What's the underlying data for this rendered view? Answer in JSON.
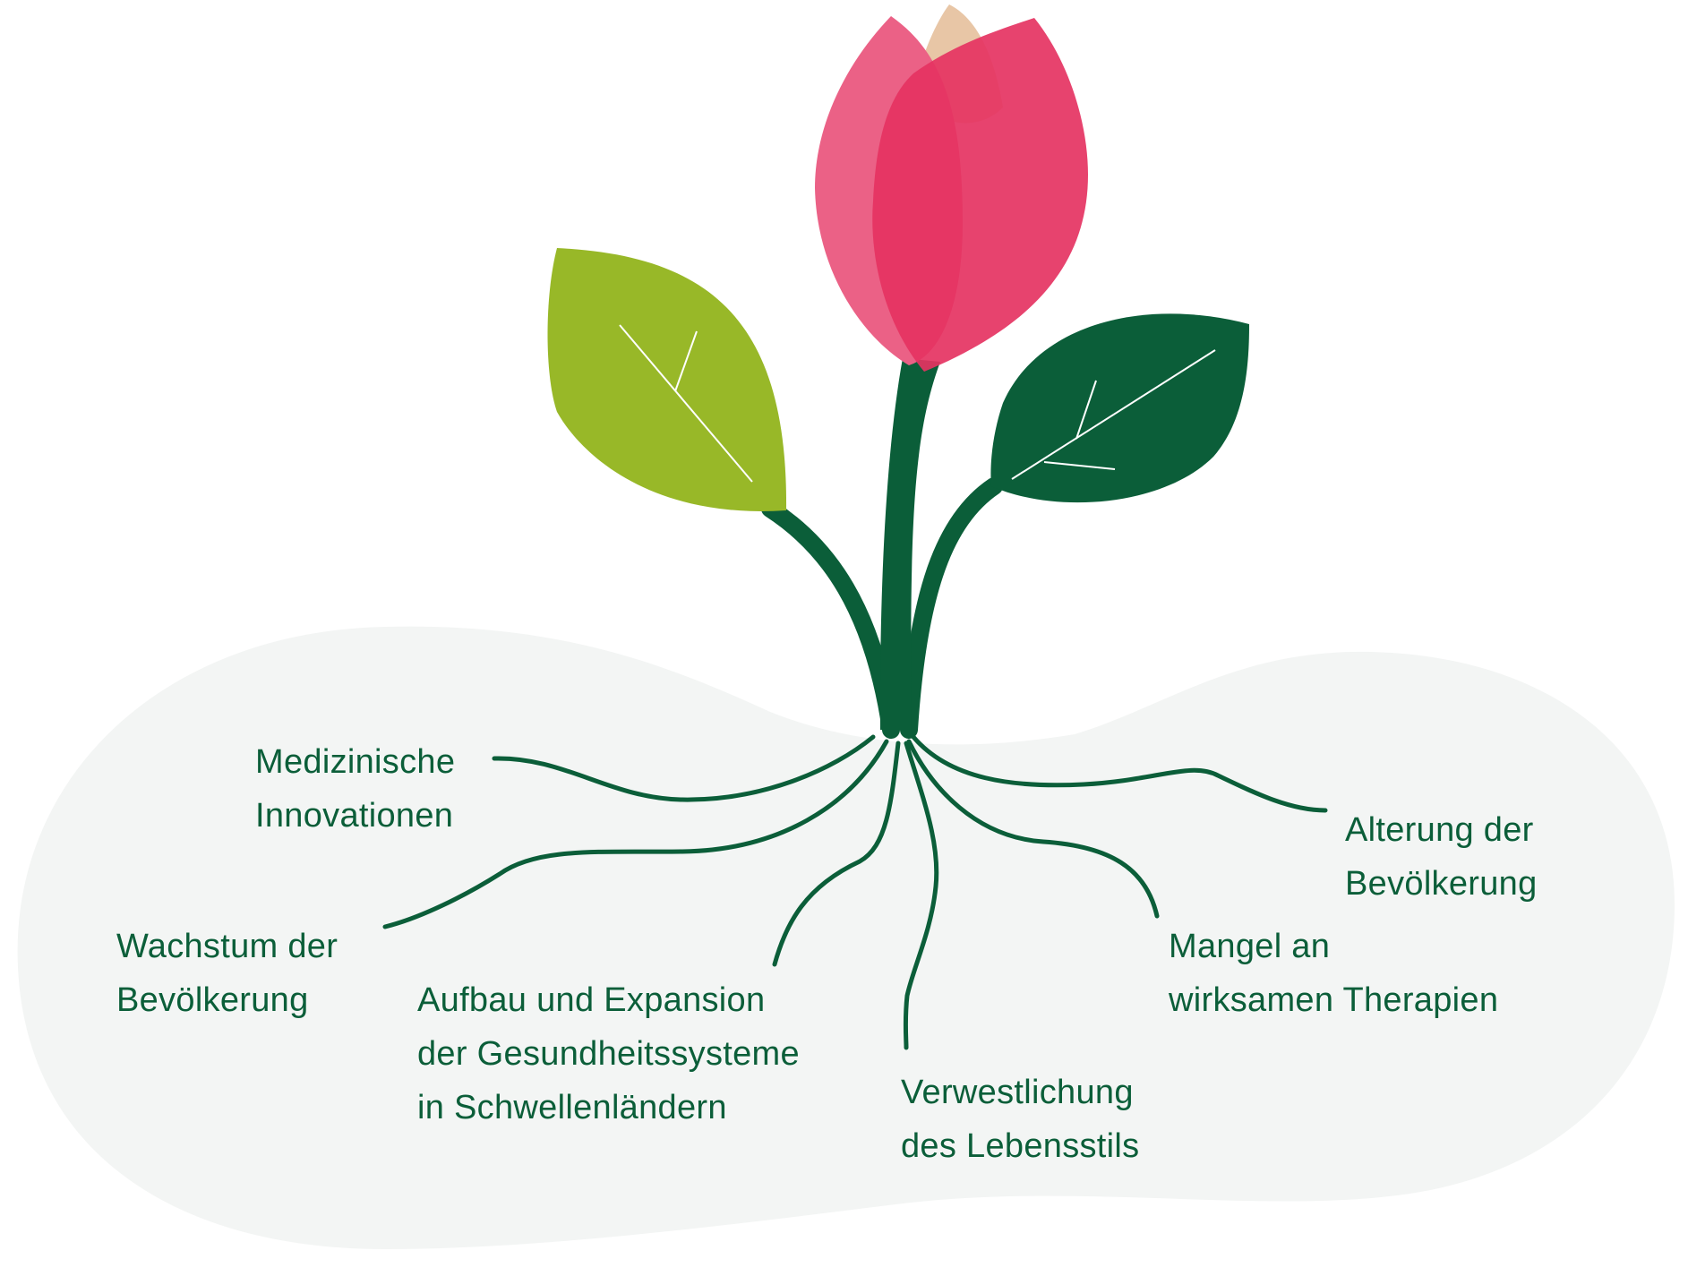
{
  "colors": {
    "background": "#ffffff",
    "soil": "#f3f5f4",
    "stem": "#0b5e39",
    "text": "#0b5e39",
    "leaf_left": "#98b828",
    "leaf_right": "#0b5e39",
    "leaf_vein": "#ffffff",
    "petal_back_left": "#eb6186",
    "petal_back_middle": "#e8c6a6",
    "petal_front": "#e53362"
  },
  "icons": {
    "flower": "tulip-flower-icon",
    "left_leaf": "light-green-leaf-icon",
    "right_leaf": "dark-green-leaf-icon"
  },
  "roots": [
    {
      "id": "medical-innovation",
      "lines": [
        "Medizinische",
        "Innovationen"
      ]
    },
    {
      "id": "population-growth",
      "lines": [
        "Wachstum der",
        "Bevölkerung"
      ]
    },
    {
      "id": "health-systems",
      "lines": [
        "Aufbau und Expansion",
        "der Gesundheitssysteme",
        "in Schwellenländern"
      ]
    },
    {
      "id": "westernization",
      "lines": [
        "Verwestlichung",
        "des Lebensstils"
      ]
    },
    {
      "id": "lack-of-therapies",
      "lines": [
        "Mangel an",
        "wirksamen Therapien"
      ]
    },
    {
      "id": "population-ageing",
      "lines": [
        "Alterung der",
        "Bevölkerung"
      ]
    }
  ]
}
